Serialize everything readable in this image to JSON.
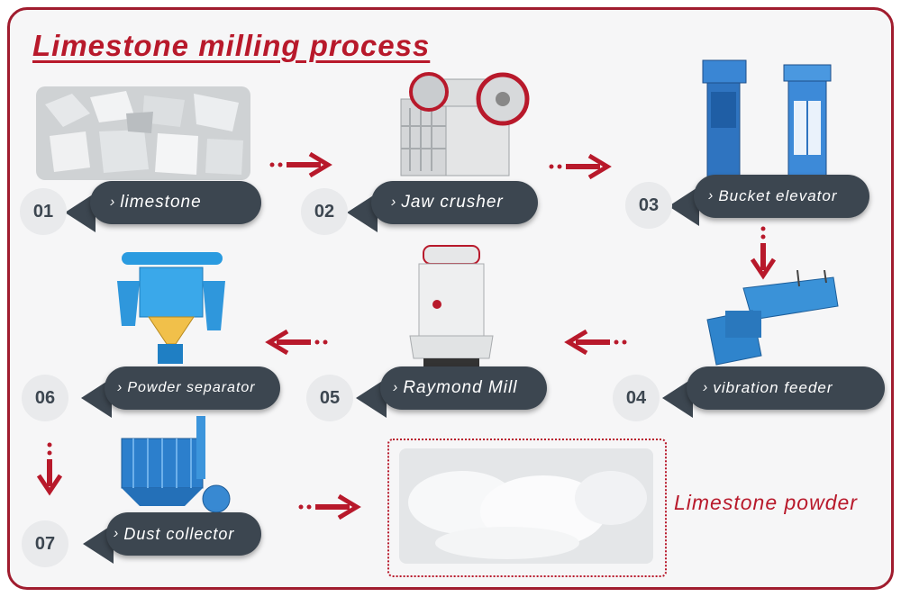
{
  "title": "Limestone milling process",
  "steps": [
    {
      "num": "01",
      "label": "limestone"
    },
    {
      "num": "02",
      "label": "Jaw crusher"
    },
    {
      "num": "03",
      "label": "Bucket elevator"
    },
    {
      "num": "04",
      "label": "vibration feeder"
    },
    {
      "num": "05",
      "label": "Raymond Mill"
    },
    {
      "num": "06",
      "label": "Powder separator"
    },
    {
      "num": "07",
      "label": "Dust collector"
    }
  ],
  "product": "Limestone powder",
  "colors": {
    "accent": "#b8192b",
    "label_bg": "#3c4650",
    "machine_blue": "#2f8ad6"
  }
}
